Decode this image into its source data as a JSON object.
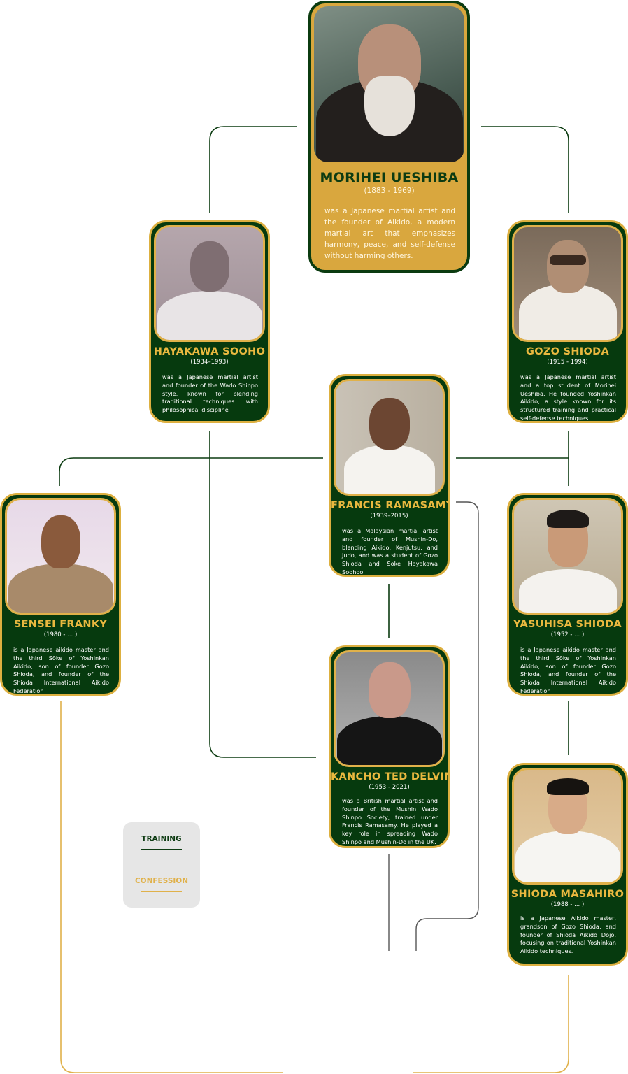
{
  "colors": {
    "green": "#063a0e",
    "gold": "#d9a73e",
    "accent": "#e9b83f"
  },
  "legend": {
    "training": "TRAINING",
    "confession": "CONFESSION"
  },
  "people": {
    "ueshiba": {
      "name": "MORIHEI UESHIBA",
      "years": "(1883 - 1969)",
      "desc": "was a Japanese martial artist and the founder of Aikido, a modern martial art that emphasizes harmony, peace, and self-defense without harming others.",
      "photo": "portrait-photo"
    },
    "hayakawa": {
      "name": "HAYAKAWA SOOHO",
      "years": "(1934–1993)",
      "desc": "was a Japanese martial artist and founder of the Wado Shinpo style, known for blending traditional techniques with philosophical discipline",
      "photo": "portrait-photo"
    },
    "gozo": {
      "name": "GOZO SHIODA",
      "years": "(1915 - 1994)",
      "desc": "was a Japanese martial artist and a top student of Morihei Ueshiba. He founded Yoshinkan Aikido, a style known for its structured training and practical self-defense techniques.",
      "photo": "portrait-photo"
    },
    "francis": {
      "name": "FRANCIS RAMASAMY",
      "years": "(1939–2015)",
      "desc": "was a Malaysian martial artist and founder of Mushin-Do, blending Aikido, Kenjutsu, and Judo, and was a student of Gozo Shioda and Soke Hayakawa Soohoo.",
      "photo": "portrait-photo"
    },
    "franky": {
      "name": "SENSEI FRANKY",
      "years": "(1980 - ... )",
      "desc": "is a Japanese aikido master and the third Sōke of Yoshinkan Aikido, son of founder Gozo Shioda, and founder of the Shioda International Aikido Federation",
      "photo": "portrait-photo"
    },
    "yasuhisa": {
      "name": "YASUHISA SHIODA",
      "years": "(1952 - ... )",
      "desc": "is a Japanese aikido master and the third Sōke of Yoshinkan Aikido, son of founder Gozo Shioda, and founder of the Shioda International Aikido Federation",
      "photo": "portrait-photo"
    },
    "ted": {
      "name": "KANCHO TED DELVIN",
      "years": "(1953 - 2021)",
      "desc": "was a British martial artist and founder of the Mushin Wado Shinpo Society, trained under Francis Ramasamy. He played a key role in spreading Wado Shinpo and Mushin-Do in the UK.",
      "photo": "portrait-photo"
    },
    "masahiro": {
      "name": "SHIODA MASAHIRO",
      "years": "(1988 - ... )",
      "desc": "is a Japanese Aikido master, grandson of Gozo Shioda, and founder of Shioda Aikido Dojo, focusing on traditional Yoshinkan Aikido techniques.",
      "photo": "portrait-photo"
    }
  }
}
